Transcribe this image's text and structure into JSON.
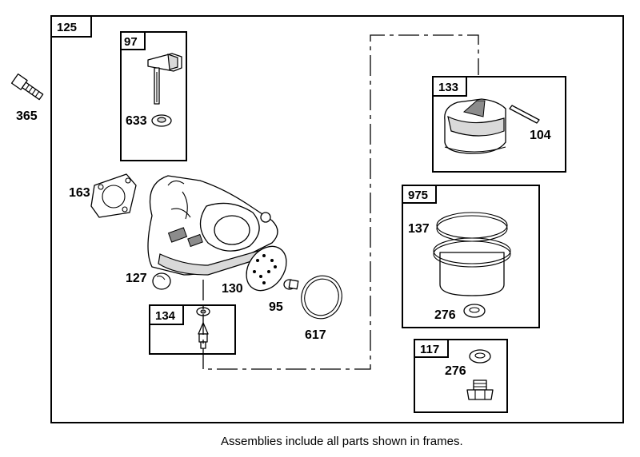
{
  "labels": {
    "main_frame": "125",
    "frame_97": "97",
    "frame_133": "133",
    "frame_975": "975",
    "frame_134": "134",
    "frame_117": "117",
    "bolt": "365",
    "float_bowl_part": "633",
    "gasket": "163",
    "plug": "127",
    "disc": "130",
    "screw": "95",
    "o_ring": "617",
    "pin": "104",
    "bowl": "137",
    "washer_975": "276",
    "washer_117": "276"
  },
  "caption": "Assemblies include all parts shown in frames."
}
